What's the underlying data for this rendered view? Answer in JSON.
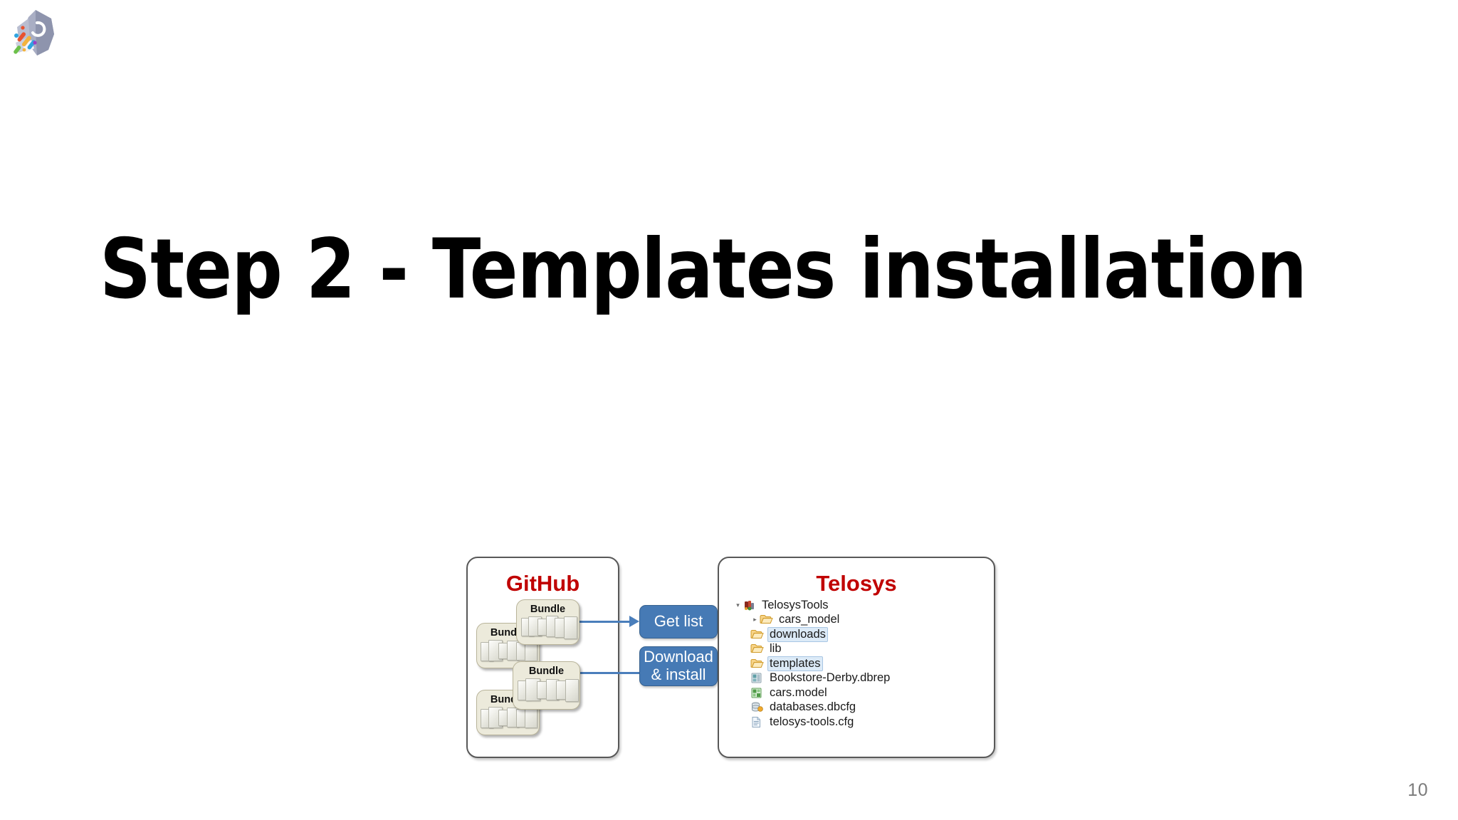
{
  "slide": {
    "title": "Step 2 - Templates installation",
    "page_number": "10",
    "logo_icon": "telosys-rocket-logo"
  },
  "diagram": {
    "github_panel": {
      "title": "GitHub",
      "bundles": [
        {
          "label": "Bundle"
        },
        {
          "label": "Bundle"
        },
        {
          "label": "Bundle"
        },
        {
          "label": "Bundle"
        }
      ]
    },
    "actions": [
      {
        "id": "get-list",
        "label": "Get list"
      },
      {
        "id": "download-install",
        "line1": "Download",
        "line2": "& install"
      }
    ],
    "telosys_panel": {
      "title": "Telosys",
      "tree": [
        {
          "label": "TelosysTools",
          "icon": "project-icon",
          "twisty": "expanded",
          "indent": 0,
          "selected": false
        },
        {
          "label": "cars_model",
          "icon": "folder-icon",
          "twisty": "collapsed",
          "indent": 1,
          "selected": false
        },
        {
          "label": "downloads",
          "icon": "folder-icon",
          "twisty": "none",
          "indent": 1,
          "selected": true
        },
        {
          "label": "lib",
          "icon": "folder-icon",
          "twisty": "none",
          "indent": 1,
          "selected": false
        },
        {
          "label": "templates",
          "icon": "folder-icon",
          "twisty": "none",
          "indent": 1,
          "selected": true
        },
        {
          "label": "Bookstore-Derby.dbrep",
          "icon": "dbrep-file-icon",
          "twisty": "none",
          "indent": 1,
          "selected": false
        },
        {
          "label": "cars.model",
          "icon": "model-file-icon",
          "twisty": "none",
          "indent": 1,
          "selected": false
        },
        {
          "label": "databases.dbcfg",
          "icon": "dbcfg-file-icon",
          "twisty": "none",
          "indent": 1,
          "selected": false
        },
        {
          "label": "telosys-tools.cfg",
          "icon": "cfg-file-icon",
          "twisty": "none",
          "indent": 1,
          "selected": false
        }
      ]
    },
    "colors": {
      "panel_title": "#c00000",
      "action_fill": "#467ab5",
      "arrow": "#4a7ebb",
      "bundle_fill": "#eceadb",
      "selection": "#dceaf7"
    }
  }
}
